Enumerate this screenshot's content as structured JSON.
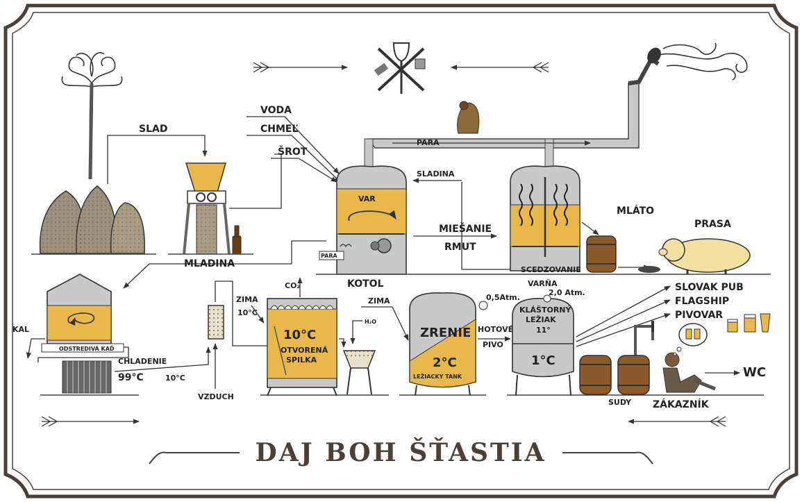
{
  "title": "DAJ BOH ŠŤASTIA",
  "colors": {
    "frame": "#4a4039",
    "beer": "#e8b84a",
    "steel": "#c9c9c9",
    "sack": "#9c917a",
    "pig": "#f2e0a0",
    "barrel": "#8a5a2b"
  },
  "labels": {
    "slad": "SLAD",
    "voda": "VODA",
    "chmel": "CHMEĽ",
    "srot": "ŠROT",
    "mladina": "MLADINA",
    "para": "PARA",
    "sladina": "SLADINA",
    "var": "VAR",
    "para_small": "PARA",
    "kotol": "KOTOL",
    "miesanie": "MIEŠANIE",
    "rmut": "RMUT",
    "scedzovanie": "SCEDZOVANIE",
    "varna": "VARŇA",
    "mlato": "MLÁTO",
    "prasa": "PRASA",
    "kal": "KAL",
    "odstrediva_kad": "ODSTREDIVÁ KAĎ",
    "chladenie": "CHLADENIE",
    "temp_99": "99°C",
    "temp_10_arrow": "10°C",
    "vzduch": "VZDUCH",
    "zima_1": "ZIMA",
    "temp_10_small": "10°C",
    "co2": "CO₂",
    "temp_10_big": "10°C",
    "otvorena_spilka_1": "OTVORENÁ",
    "otvorena_spilka_2": "SPILKA",
    "zima_2": "ZIMA",
    "h2o": "H₂O",
    "zrenie": "ZRENIE",
    "temp_2": "2°C",
    "leziacky_tank": "LEŽIACKY TANK",
    "atm_05": "0,5Atm.",
    "atm_20": "2,0 Atm.",
    "hotove_1": "HOTOVÉ",
    "hotove_2": "PIVO",
    "klastorny_1": "KLÁŠTORNÝ",
    "klastorny_2": "LEŽIAK",
    "klastorny_3": "11°",
    "temp_1": "1°C",
    "slovak_pub": "SLOVAK PUB",
    "flagship": "FLAGSHIP",
    "pivovar": "PIVOVAR",
    "wc": "WC",
    "sudy": "SUDY",
    "zakaznik": "ZÁKAZNÍK"
  }
}
